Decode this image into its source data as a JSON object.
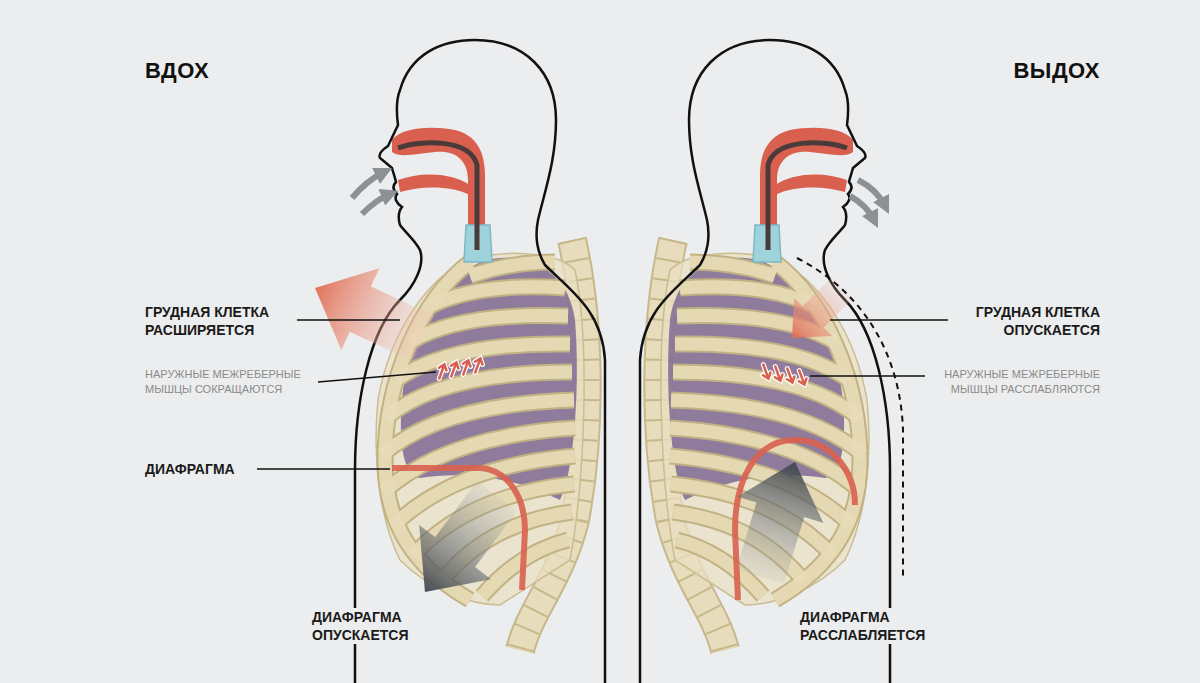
{
  "diagram": {
    "labels": [
      "ВДОХ",
      "ВЫДОХ",
      "ГРУДНАЯ КЛЕТКА РАСШИРЯЕТСЯ",
      "НАРУЖНЫЕ МЕЖРЕБЕРНЫЕ МЫШЦЫ СОКРАЩАЮТСЯ",
      "ДИАФРАГМА",
      "ДИАФРАГМА ОПУСКАЕТСЯ",
      "ГРУДНАЯ КЛЕТКА ОПУСКАЕТСЯ",
      "НАРУЖНЫЕ МЕЖРЕБЕРНЫЕ МЫШЦЫ РАССЛАБЛЯЮТСЯ",
      "ДИАФРАГМА РАССЛАБЛЯЕТСЯ"
    ]
  }
}
